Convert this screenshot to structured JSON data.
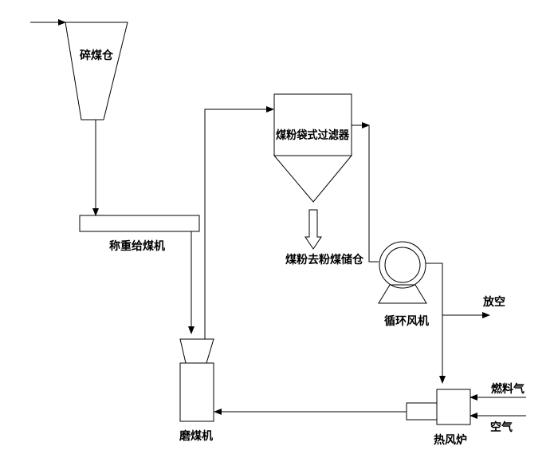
{
  "labels": {
    "crushed_coal_bin": "碎煤仓",
    "weigh_feeder": "称重给煤机",
    "bag_filter": "煤粉袋式过滤器",
    "to_pulverized_bin": "煤粉去粉煤储仓",
    "circulating_fan": "循环风机",
    "vent": "放空",
    "coal_mill": "磨煤机",
    "hot_air_furnace": "热风炉",
    "fuel_gas": "燃料气",
    "air": "空气"
  }
}
